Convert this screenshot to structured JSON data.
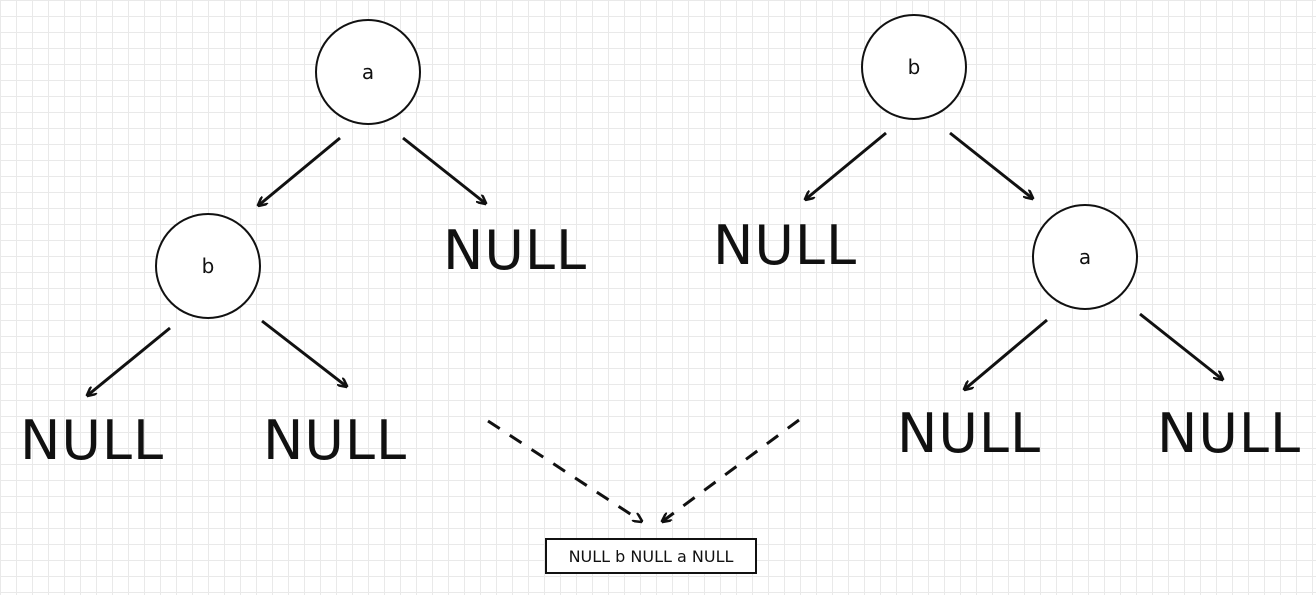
{
  "left_tree": {
    "root": "a",
    "left_child": "b",
    "right_null": "NULL",
    "b_left_null": "NULL",
    "b_right_null": "NULL"
  },
  "right_tree": {
    "root": "b",
    "left_null": "NULL",
    "right_child": "a",
    "a_left_null": "NULL",
    "a_right_null": "NULL"
  },
  "result": "NULL b NULL a NULL",
  "colors": {
    "stroke": "#111111",
    "grid": "#e9e9e9",
    "background": "#ffffff"
  }
}
